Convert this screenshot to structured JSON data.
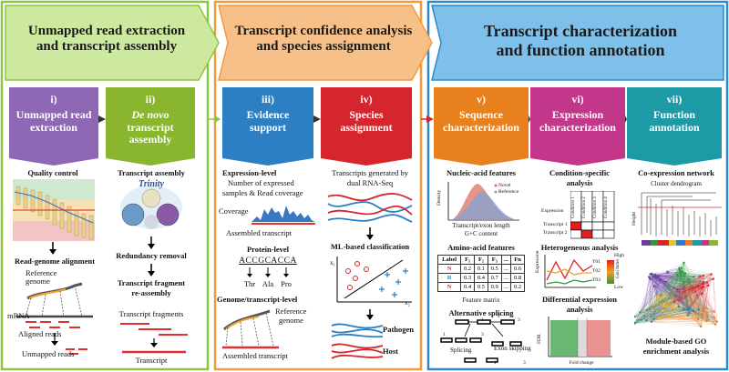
{
  "sections": [
    {
      "title_line1": "Unmapped read extraction",
      "title_line2": "and transcript assembly",
      "color": "#8DC63F",
      "fill": "#CDE9A0"
    },
    {
      "title_line1": "Transcript confidence analysis",
      "title_line2": "and species assignment",
      "color": "#F39A3D",
      "fill": "#F8C089"
    },
    {
      "title_line1": "Transcript characterization",
      "title_line2": "and function annotation",
      "color": "#2A8ACB",
      "fill": "#7EC0EA"
    }
  ],
  "steps": [
    {
      "num": "i)",
      "line1": "Unmapped read",
      "line2": "extraction",
      "color": "#8E68B4"
    },
    {
      "num": "ii)",
      "line1": "De novo",
      "line2": "transcript",
      "line3": "assembly",
      "color": "#8AB52E"
    },
    {
      "num": "iii)",
      "line1": "Evidence",
      "line2": "support",
      "color": "#2B7FC2"
    },
    {
      "num": "iv)",
      "line1": "Species",
      "line2": "assignment",
      "color": "#D6262D"
    },
    {
      "num": "v)",
      "line1": "Sequence",
      "line2": "characterization",
      "color": "#E8801E"
    },
    {
      "num": "vi)",
      "line1": "Expression",
      "line2": "characterization",
      "color": "#C2378A"
    },
    {
      "num": "vii)",
      "line1": "Function",
      "line2": "annotation",
      "color": "#1E9AA6"
    }
  ],
  "col1": {
    "quality_control": "Quality control",
    "alignment": "Read-genome alignment",
    "reference_genome": "Reference\ngenome",
    "mrna": "mRNA",
    "aligned_reads": "Aligned reads",
    "unmapped_reads": "Unmapped reads"
  },
  "col2": {
    "transcript_assembly": "Transcript assembly",
    "trinity_logo": "Trinity",
    "redundancy_removal": "Redundancy removal",
    "reassembly_line1": "Transcript fragment",
    "reassembly_line2": "re-assembly",
    "transcript_fragments": "Transcript fragments",
    "transcript": "Transcript"
  },
  "col3": {
    "expression_level": "Expression-level",
    "expression_desc1": "Number of expressed",
    "expression_desc2": "samples & Read coverage",
    "coverage": "Coverage",
    "assembled_transcript": "Assembled transcript",
    "protein_level": "Protein-level",
    "codon_seq": "ACCGCACCA",
    "aa1": "Thr",
    "aa2": "Ala",
    "aa3": "Pro",
    "genome_transcript_level": "Genome/transcript-level",
    "reference": "Reference",
    "genome": "genome",
    "assembled_transcript2": "Assembled transcript"
  },
  "col4": {
    "desc1": "Transcripts generated by",
    "desc2": "dual RNA-Seq",
    "ml_classification": "ML-based classification",
    "axis_x1": "x₁",
    "axis_x2": "x₂",
    "pathogen": "Pathogen",
    "host": "Host"
  },
  "col5": {
    "nucleic_features": "Nucleic-acid features",
    "density_label": "Density",
    "legend_novel": "Novel",
    "legend_reference": "Reference",
    "length_label": "Transcript/exon length",
    "gc_label": "G+C content",
    "amino_features": "Amino-acid features",
    "feature_matrix": "Feature matrix",
    "matrix_header": [
      "Label",
      "F₁",
      "F₂",
      "F₃",
      "...",
      "Fn"
    ],
    "matrix_rows": [
      [
        "N",
        "0.2",
        "0.1",
        "0.5",
        "...",
        "0.6"
      ],
      [
        "R",
        "0.3",
        "0.4",
        "0.7",
        "...",
        "0.8"
      ],
      [
        "N",
        "0.4",
        "0.5",
        "0.9",
        "...",
        "0.2"
      ]
    ],
    "alt_splicing": "Alternative splicing",
    "splicing": "Splicing",
    "exon_skipping": "Exon skipping",
    "n1": "1",
    "n2": "2",
    "n3": "3",
    "n4": "1",
    "n5": "3",
    "n6": "1",
    "n7": "3"
  },
  "col6": {
    "condition_specific_line1": "Condition-specific",
    "condition_specific_line2": "analysis",
    "expression": "Expression",
    "conditions": [
      "Condition 1",
      "Condition 2",
      "Condition 3",
      "Condition 4"
    ],
    "transcript1": "Transcript 1",
    "transcript2": "Transcript 2",
    "heterogeneous": "Heterogeneous analysis",
    "expression_axis": "Expression",
    "t01": "T01",
    "t02": "T02",
    "t03": "T03",
    "high": "High",
    "low": "Low",
    "gini": "Gini Index",
    "differential_line1": "Differential expression",
    "differential_line2": "analysis",
    "fdr": "FDR",
    "fold_change": "Fold change"
  },
  "col7": {
    "coexpression": "Co-expression network",
    "cluster_dendrogram": "Cluster dendrogram",
    "height": "Height",
    "module_go_line1": "Module-based GO",
    "module_go_line2": "enrichment analysis"
  }
}
